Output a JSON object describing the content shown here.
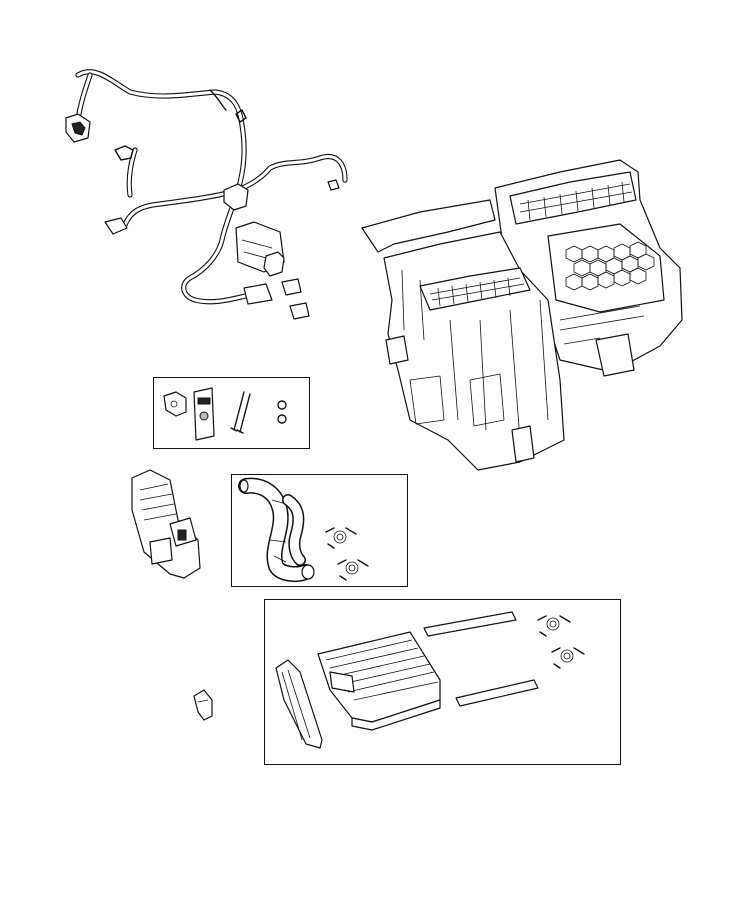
{
  "diagram": {
    "background": "#ffffff",
    "line_color": "#111111",
    "parts": [
      {
        "name": "wiring-harness",
        "icon": "wiring-harness-illustration"
      },
      {
        "name": "hvac-housing-assembly",
        "icon": "hvac-housing-illustration"
      },
      {
        "name": "expansion-valve-kit",
        "icon": "expansion-valve-kit-illustration",
        "boxed": true
      },
      {
        "name": "actuator-door-assembly",
        "icon": "actuator-illustration"
      },
      {
        "name": "heater-core-hose-kit",
        "icon": "hose-kit-illustration",
        "boxed": true
      },
      {
        "name": "heater-core-kit",
        "icon": "heater-core-kit-illustration",
        "boxed": true
      },
      {
        "name": "small-bracket",
        "icon": "bracket-illustration"
      }
    ]
  }
}
